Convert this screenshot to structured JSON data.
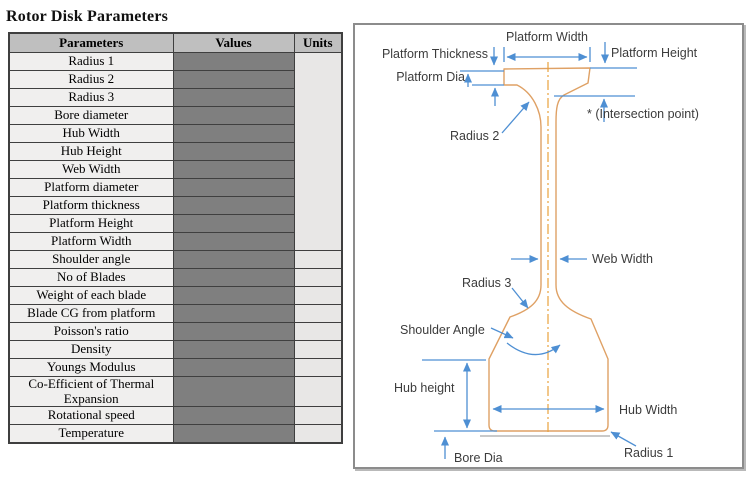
{
  "title": "Rotor Disk Parameters",
  "table": {
    "headers": [
      "Parameters",
      "Values",
      "Units"
    ],
    "merged_units_rows": 11,
    "rows": [
      {
        "param": "Radius 1",
        "value": "",
        "unit": ""
      },
      {
        "param": "Radius 2",
        "value": "",
        "unit": ""
      },
      {
        "param": "Radius 3",
        "value": "",
        "unit": ""
      },
      {
        "param": "Bore diameter",
        "value": "",
        "unit": ""
      },
      {
        "param": "Hub Width",
        "value": "",
        "unit": ""
      },
      {
        "param": "Hub Height",
        "value": "",
        "unit": ""
      },
      {
        "param": "Web Width",
        "value": "",
        "unit": ""
      },
      {
        "param": "Platform diameter",
        "value": "",
        "unit": ""
      },
      {
        "param": "Platform thickness",
        "value": "",
        "unit": ""
      },
      {
        "param": "Platform Height",
        "value": "",
        "unit": ""
      },
      {
        "param": "Platform Width",
        "value": "",
        "unit": ""
      },
      {
        "param": "Shoulder angle",
        "value": "",
        "unit": ""
      },
      {
        "param": "No of Blades",
        "value": "",
        "unit": ""
      },
      {
        "param": "Weight of each blade",
        "value": "",
        "unit": ""
      },
      {
        "param": "Blade CG from platform",
        "value": "",
        "unit": ""
      },
      {
        "param": "Poisson's ratio",
        "value": "",
        "unit": ""
      },
      {
        "param": "Density",
        "value": "",
        "unit": ""
      },
      {
        "param": "Youngs Modulus",
        "value": "",
        "unit": ""
      },
      {
        "param": "Co-Efficient of Thermal Expansion",
        "value": "",
        "unit": ""
      },
      {
        "param": "Rotational speed",
        "value": "",
        "unit": ""
      },
      {
        "param": "Temperature",
        "value": "",
        "unit": ""
      }
    ]
  },
  "diagram": {
    "labels": {
      "platform_width": "Platform Width",
      "platform_thickness": "Platform Thickness",
      "platform_height": "Platform Height",
      "platform_dia": "Platform Dia",
      "radius_2": "Radius 2",
      "intersection_point": "* (Intersection point)",
      "web_width": "Web Width",
      "radius_3": "Radius 3",
      "shoulder_angle": "Shoulder Angle",
      "hub_height": "Hub height",
      "hub_width": "Hub Width",
      "bore_dia": "Bore Dia",
      "radius_1": "Radius 1"
    },
    "colors": {
      "disk_outline": "#dfa165",
      "centerline": "#e8a23c",
      "annotation_blue": "#4e8fd3",
      "label_text": "#3c3c3c",
      "panel_border": "#8c8c8c"
    }
  },
  "table_colors": {
    "header_bg": "#bfbfbf",
    "param_bg": "#f0efee",
    "value_bg": "#7f7f7f",
    "unit_bg": "#e8e7e6",
    "grid": "#3f3f3f"
  }
}
